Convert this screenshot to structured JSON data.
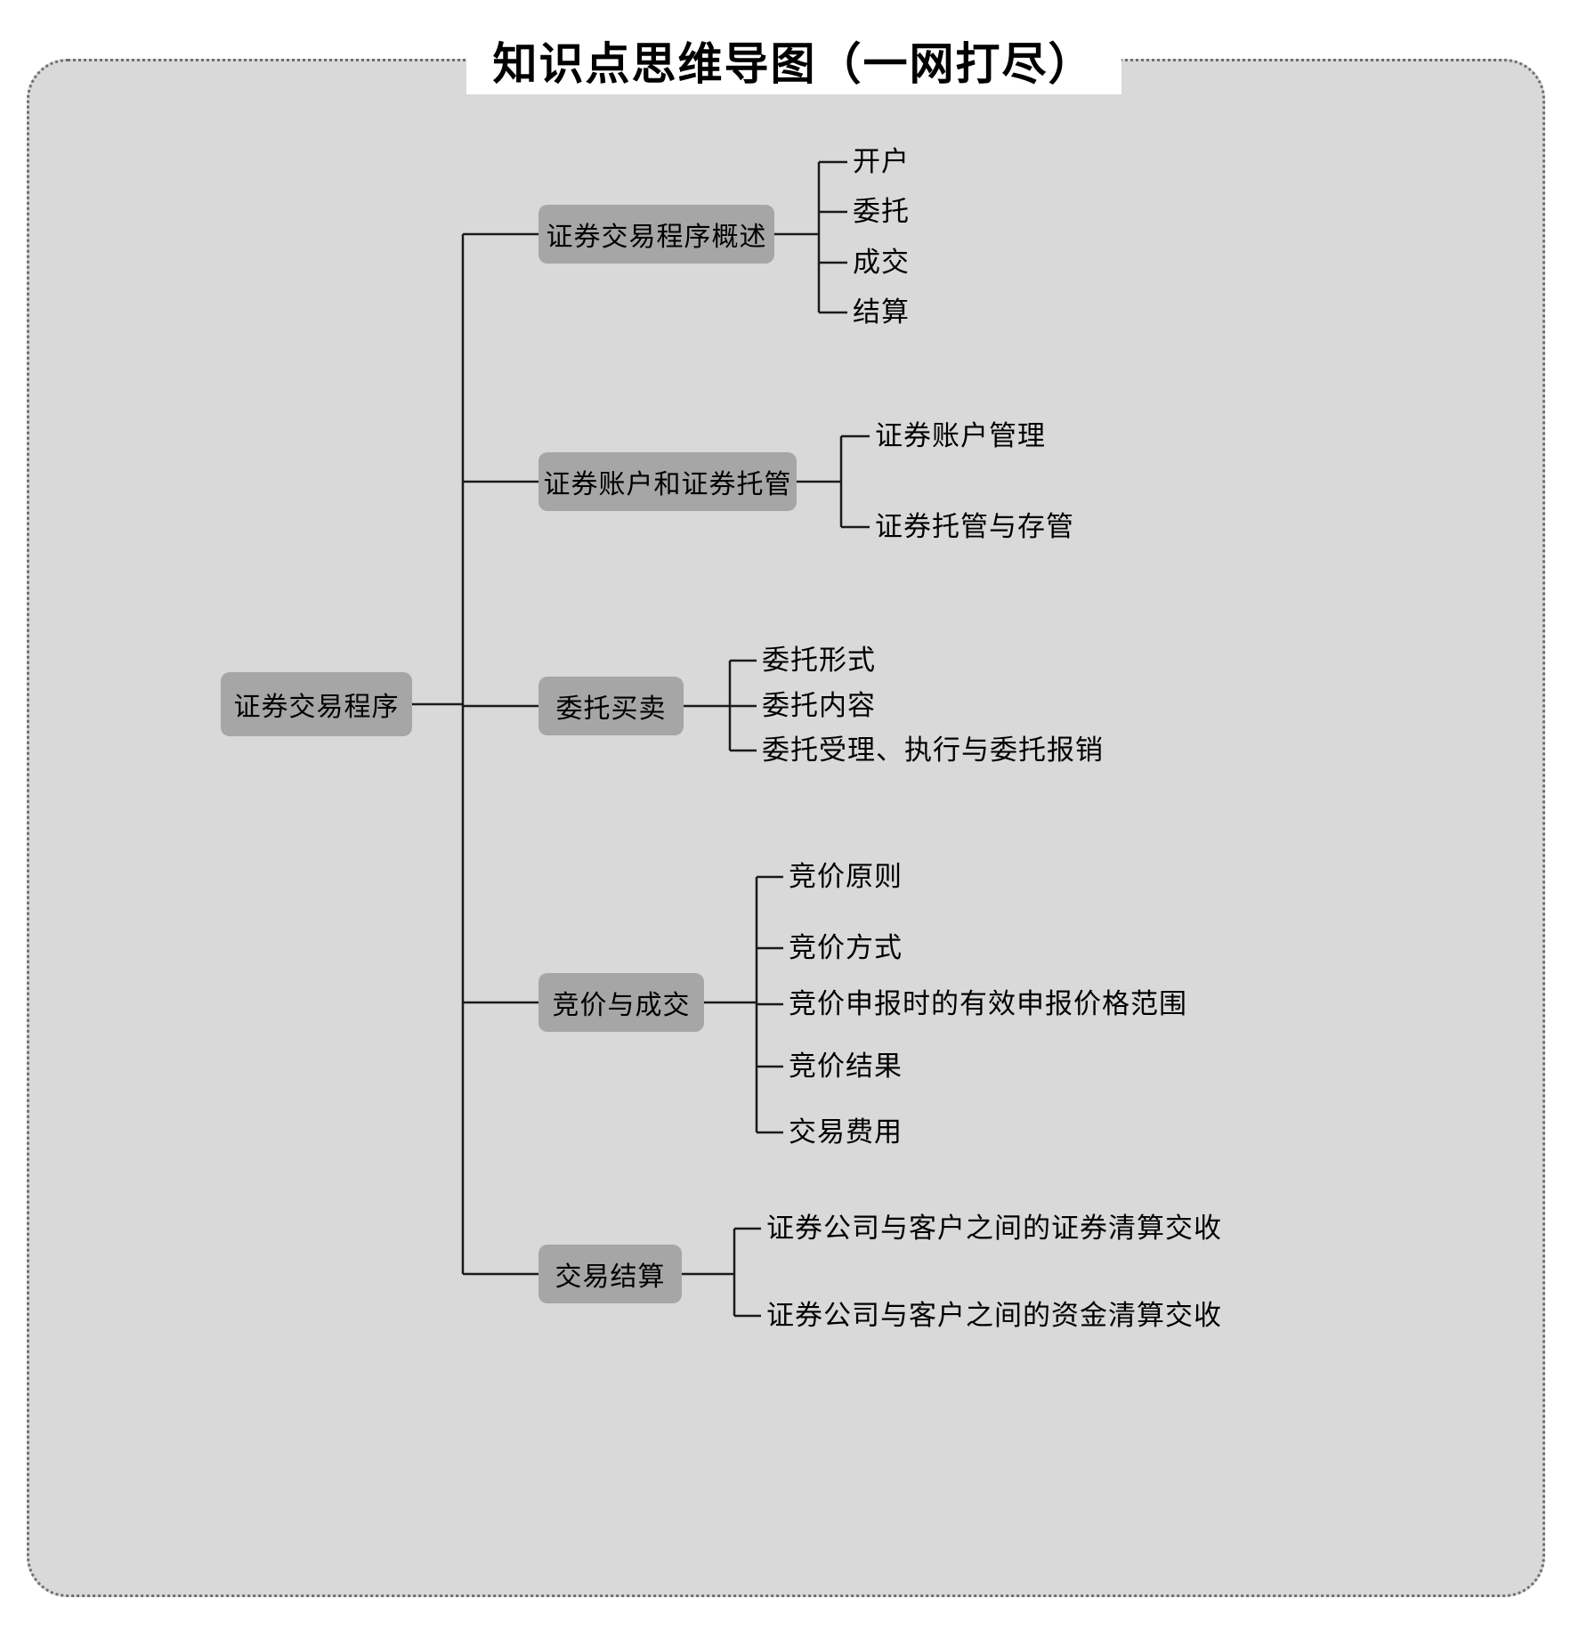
{
  "title": "知识点思维导图（一网打尽）",
  "colors": {
    "canvas_fill": "#d9d9d9",
    "node_fill": "#a6a6a6",
    "line": "#000000",
    "text": "#000000"
  },
  "mindmap": {
    "root": "证券交易程序",
    "branches": [
      {
        "label": "证券交易程序概述",
        "children": [
          "开户",
          "委托",
          "成交",
          "结算"
        ]
      },
      {
        "label": "证券账户和证券托管",
        "children": [
          "证券账户管理",
          "证券托管与存管"
        ]
      },
      {
        "label": "委托买卖",
        "children": [
          "委托形式",
          "委托内容",
          "委托受理、执行与委托报销"
        ]
      },
      {
        "label": "竞价与成交",
        "children": [
          "竞价原则",
          "竞价方式",
          "竞价申报时的有效申报价格范围",
          "竞价结果",
          "交易费用"
        ]
      },
      {
        "label": "交易结算",
        "children": [
          "证券公司与客户之间的证券清算交收",
          "证券公司与客户之间的资金清算交收"
        ]
      }
    ]
  }
}
